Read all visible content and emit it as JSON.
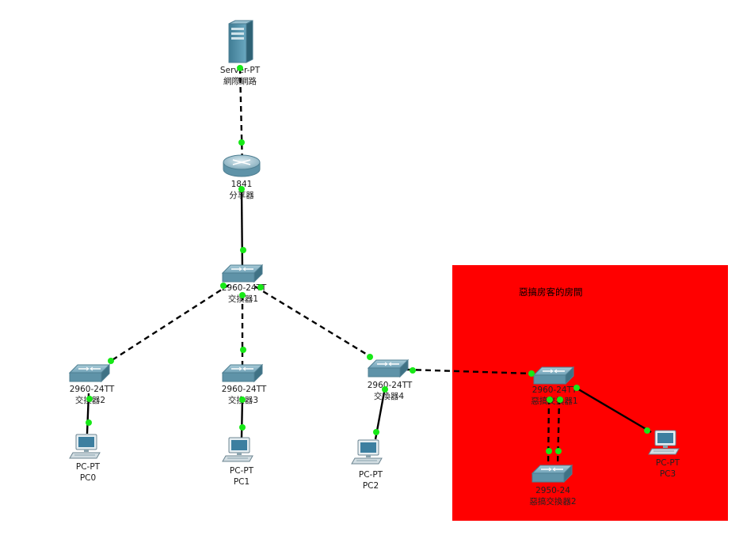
{
  "cluster": {
    "title": "惡搞房客的房間",
    "color": "#ff0000"
  },
  "devices": {
    "server": {
      "model": "Server-PT",
      "name": "網際網路",
      "icon": "server-icon"
    },
    "router": {
      "model": "1841",
      "name": "分享器",
      "icon": "router-icon"
    },
    "switch1": {
      "model": "2960-24TT",
      "name": "交換器1",
      "icon": "switch-icon"
    },
    "switch2": {
      "model": "2960-24TT",
      "name": "交換器2",
      "icon": "switch-icon"
    },
    "switch3": {
      "model": "2960-24TT",
      "name": "交換器3",
      "icon": "switch-icon"
    },
    "switch4": {
      "model": "2960-24TT",
      "name": "交換器4",
      "icon": "switch-icon"
    },
    "evil_switch1": {
      "model": "2960-24TT",
      "name": "惡搞交換器1",
      "icon": "switch-icon"
    },
    "evil_switch2": {
      "model": "2950-24",
      "name": "惡搞交換器2",
      "icon": "switch-icon"
    },
    "pc0": {
      "model": "PC-PT",
      "name": "PC0",
      "icon": "pc-icon"
    },
    "pc1": {
      "model": "PC-PT",
      "name": "PC1",
      "icon": "pc-icon"
    },
    "pc2": {
      "model": "PC-PT",
      "name": "PC2",
      "icon": "pc-icon"
    },
    "pc3": {
      "model": "PC-PT",
      "name": "PC3",
      "icon": "pc-icon"
    }
  },
  "links": [
    {
      "from": "server",
      "to": "router",
      "style": "dashed"
    },
    {
      "from": "router",
      "to": "switch1",
      "style": "solid"
    },
    {
      "from": "switch1",
      "to": "switch2",
      "style": "dashed"
    },
    {
      "from": "switch1",
      "to": "switch3",
      "style": "dashed"
    },
    {
      "from": "switch1",
      "to": "switch4",
      "style": "dashed"
    },
    {
      "from": "switch2",
      "to": "pc0",
      "style": "solid"
    },
    {
      "from": "switch3",
      "to": "pc1",
      "style": "solid"
    },
    {
      "from": "switch4",
      "to": "pc2",
      "style": "solid"
    },
    {
      "from": "switch4",
      "to": "evil_switch1",
      "style": "dashed"
    },
    {
      "from": "evil_switch1",
      "to": "evil_switch2",
      "style": "dashed"
    },
    {
      "from": "evil_switch1",
      "to": "evil_switch2",
      "style": "dashed"
    },
    {
      "from": "evil_switch1",
      "to": "pc3",
      "style": "solid"
    }
  ]
}
